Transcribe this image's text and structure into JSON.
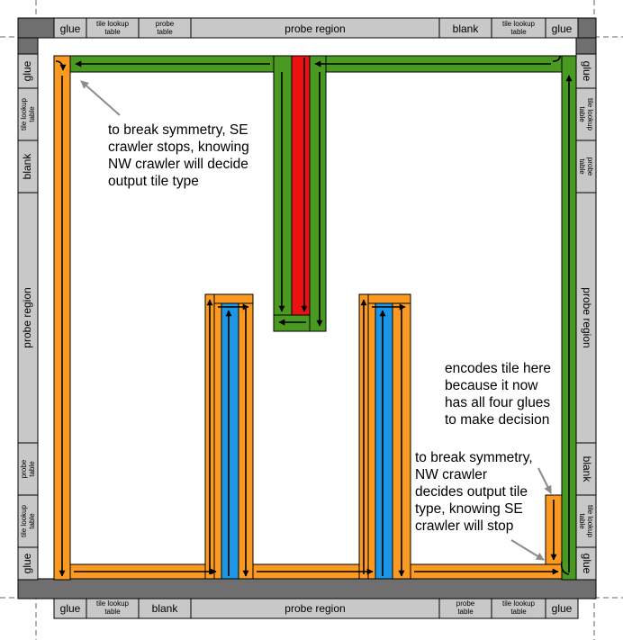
{
  "labels": {
    "glue": "glue",
    "tile_lookup": [
      "tile lookup",
      "table"
    ],
    "probe_table": [
      "probe",
      "table"
    ],
    "probe_region": "probe region",
    "blank": "blank"
  },
  "colors": {
    "dark_border": "#6f6f6f",
    "light_block": "#c8c8c8",
    "green": "#4a9a22",
    "orange": "#fb9a22",
    "blue": "#1e96e6",
    "red": "#ee1111",
    "arrow_gray": "#8c8c8c"
  },
  "annotations": {
    "se_stops": [
      "to break symmetry, SE",
      "crawler stops, knowing",
      "NW crawler will decide",
      "output tile type"
    ],
    "encodes": [
      "encodes tile here",
      "because it now",
      "has all four glues",
      "to make decision"
    ],
    "nw_decides": [
      "to break symmetry,",
      "NW crawler",
      "decides output tile",
      "type, knowing SE",
      "crawler will stop"
    ]
  }
}
